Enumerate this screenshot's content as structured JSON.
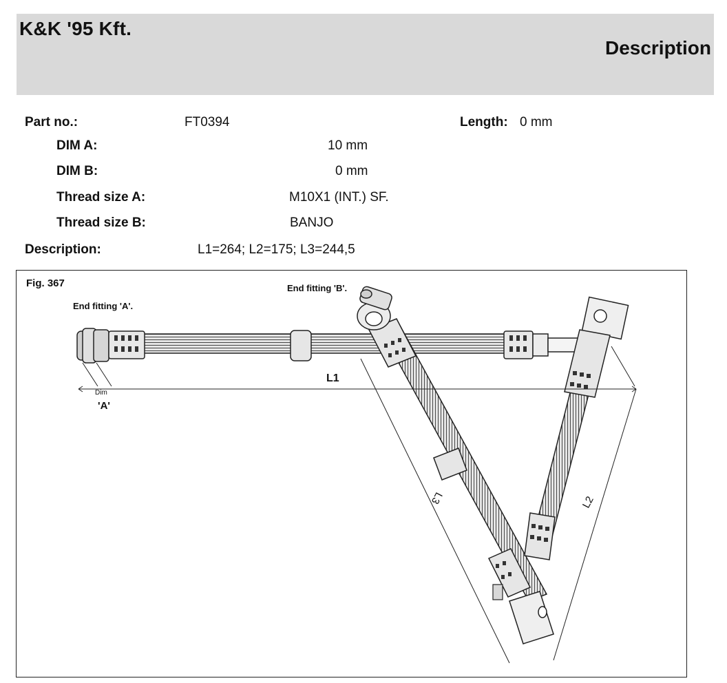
{
  "header": {
    "company": "K&K '95 Kft.",
    "title": "Description",
    "background_color": "#d9d9d9"
  },
  "details": {
    "part_no_label": "Part no.:",
    "part_no_value": "FT0394",
    "length_label": "Length:",
    "length_value": "0 mm",
    "dim_a_label": "DIM A:",
    "dim_a_value": "10 mm",
    "dim_b_label": "DIM B:",
    "dim_b_value": "0 mm",
    "thread_a_label": "Thread size A:",
    "thread_a_value": "M10X1 (INT.) SF.",
    "thread_b_label": "Thread size B:",
    "thread_b_value": "BANJO",
    "description_label": "Description:",
    "description_value": "L1=264; L2=175; L3=244,5"
  },
  "figure": {
    "fig_label": "Fig. 367",
    "end_fitting_a": "End fitting 'A'.",
    "end_fitting_b": "End fitting 'B'.",
    "dim_small": "Dim",
    "dim_a": "'A'",
    "l1": "L1",
    "l2": "L2",
    "l3": "L3"
  }
}
